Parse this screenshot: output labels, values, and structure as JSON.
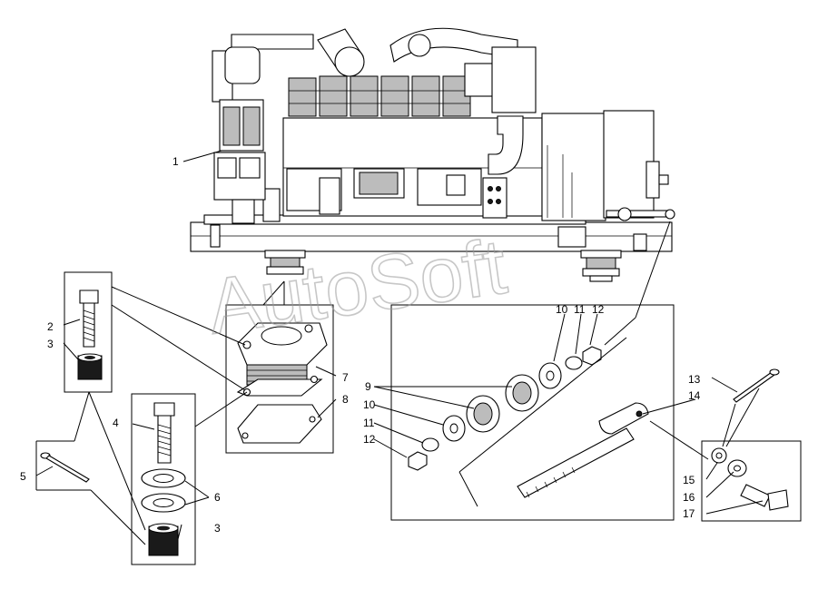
{
  "watermark": "AutoSoft",
  "callouts": {
    "c1": "1",
    "c2": "2",
    "c3a": "3",
    "c3b": "3",
    "c4": "4",
    "c5": "5",
    "c6": "6",
    "c7": "7",
    "c8": "8",
    "c9": "9",
    "c10a": "10",
    "c10b": "10",
    "c11a": "11",
    "c11b": "11",
    "c12a": "12",
    "c12b": "12",
    "c13": "13",
    "c14": "14",
    "c15": "15",
    "c16": "16",
    "c17": "17"
  }
}
